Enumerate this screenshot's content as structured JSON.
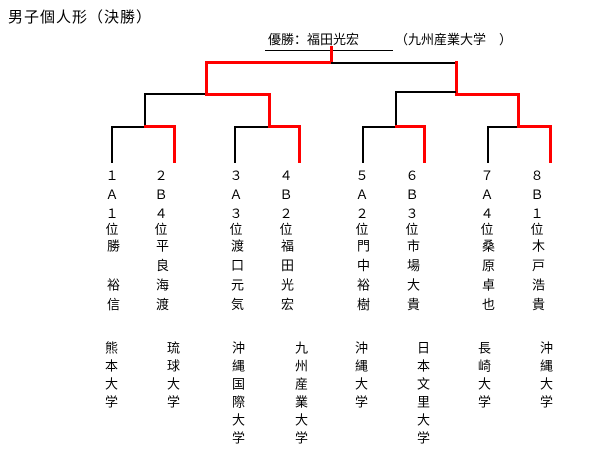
{
  "title": "男子個人形（決勝）",
  "champion": {
    "announcement": "優勝：福田光宏",
    "affiliation": "（九州産業大学　）"
  },
  "labels": {
    "rank_suffix": "位"
  },
  "colors": {
    "winner_path": "#ff0000",
    "bracket_line": "#000000",
    "text": "#000000",
    "background": "#ffffff"
  },
  "players": [
    {
      "draw": "１",
      "block": "Ａ",
      "seed": "１",
      "name": "勝　裕信",
      "university": "熊本大学"
    },
    {
      "draw": "２",
      "block": "Ｂ",
      "seed": "４",
      "name": "平良海渡",
      "university": "琉球大学"
    },
    {
      "draw": "３",
      "block": "Ａ",
      "seed": "３",
      "name": "渡口元気",
      "university": "沖縄国際大学"
    },
    {
      "draw": "４",
      "block": "Ｂ",
      "seed": "２",
      "name": "福田光宏",
      "university": "九州産業大学"
    },
    {
      "draw": "５",
      "block": "Ａ",
      "seed": "２",
      "name": "門中裕樹",
      "university": "沖縄大学"
    },
    {
      "draw": "６",
      "block": "Ｂ",
      "seed": "３",
      "name": "市場大貴",
      "university": "日本文里大学"
    },
    {
      "draw": "７",
      "block": "Ａ",
      "seed": "４",
      "name": "桑原卓也",
      "university": "長崎大学"
    },
    {
      "draw": "８",
      "block": "Ｂ",
      "seed": "１",
      "name": "木戸浩貴",
      "university": "沖縄大学"
    }
  ],
  "results": {
    "quarterfinal_winners": [
      "２ 平良海渡",
      "４ 福田光宏",
      "６ 市場大貴",
      "８ 木戸浩貴"
    ],
    "semifinal_winners": [
      "４ 福田光宏",
      "８ 木戸浩貴"
    ],
    "final_winner": "４ 福田光宏"
  }
}
